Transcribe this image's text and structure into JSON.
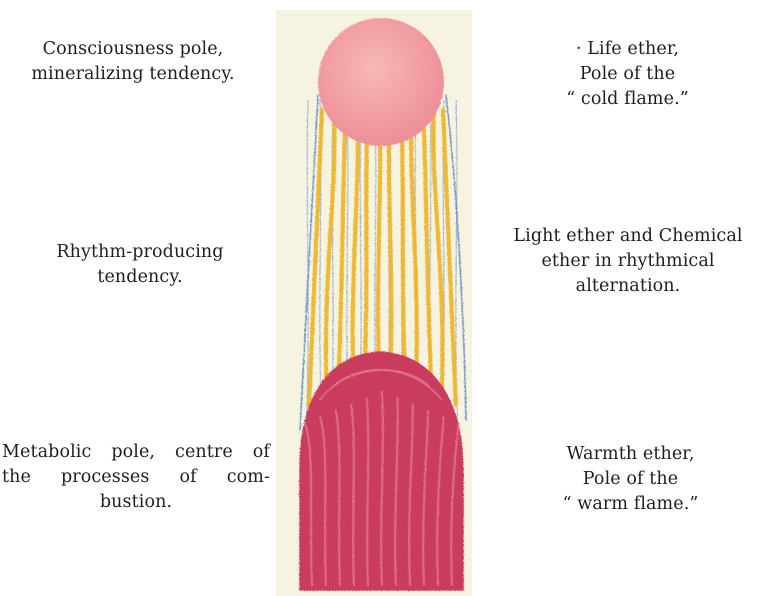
{
  "labels": {
    "top_left": [
      "Consciousness pole,",
      "mineralizing  tendency."
    ],
    "top_right": [
      "· Life ether,",
      "Pole of  the",
      "“ cold flame.”"
    ],
    "middle_left": [
      "Rhythm-producing",
      "tendency."
    ],
    "middle_right": [
      "Light ether and Chemical",
      "ether  in  rhythmical",
      "alternation."
    ],
    "bottom_left": [
      "Metabolic pole, centre of",
      "the  processes  of  com-",
      "bustion."
    ],
    "bottom_right": [
      "Warmth ether,",
      "Pole of the",
      "“ warm flame.”"
    ]
  },
  "colors": {
    "paper": "#f6f4e1",
    "top_sphere": "#f2a2a6",
    "streaks": "#efb42a",
    "blue_pencil": "#5f86c4",
    "bottom_dome": "#c93a5c"
  }
}
